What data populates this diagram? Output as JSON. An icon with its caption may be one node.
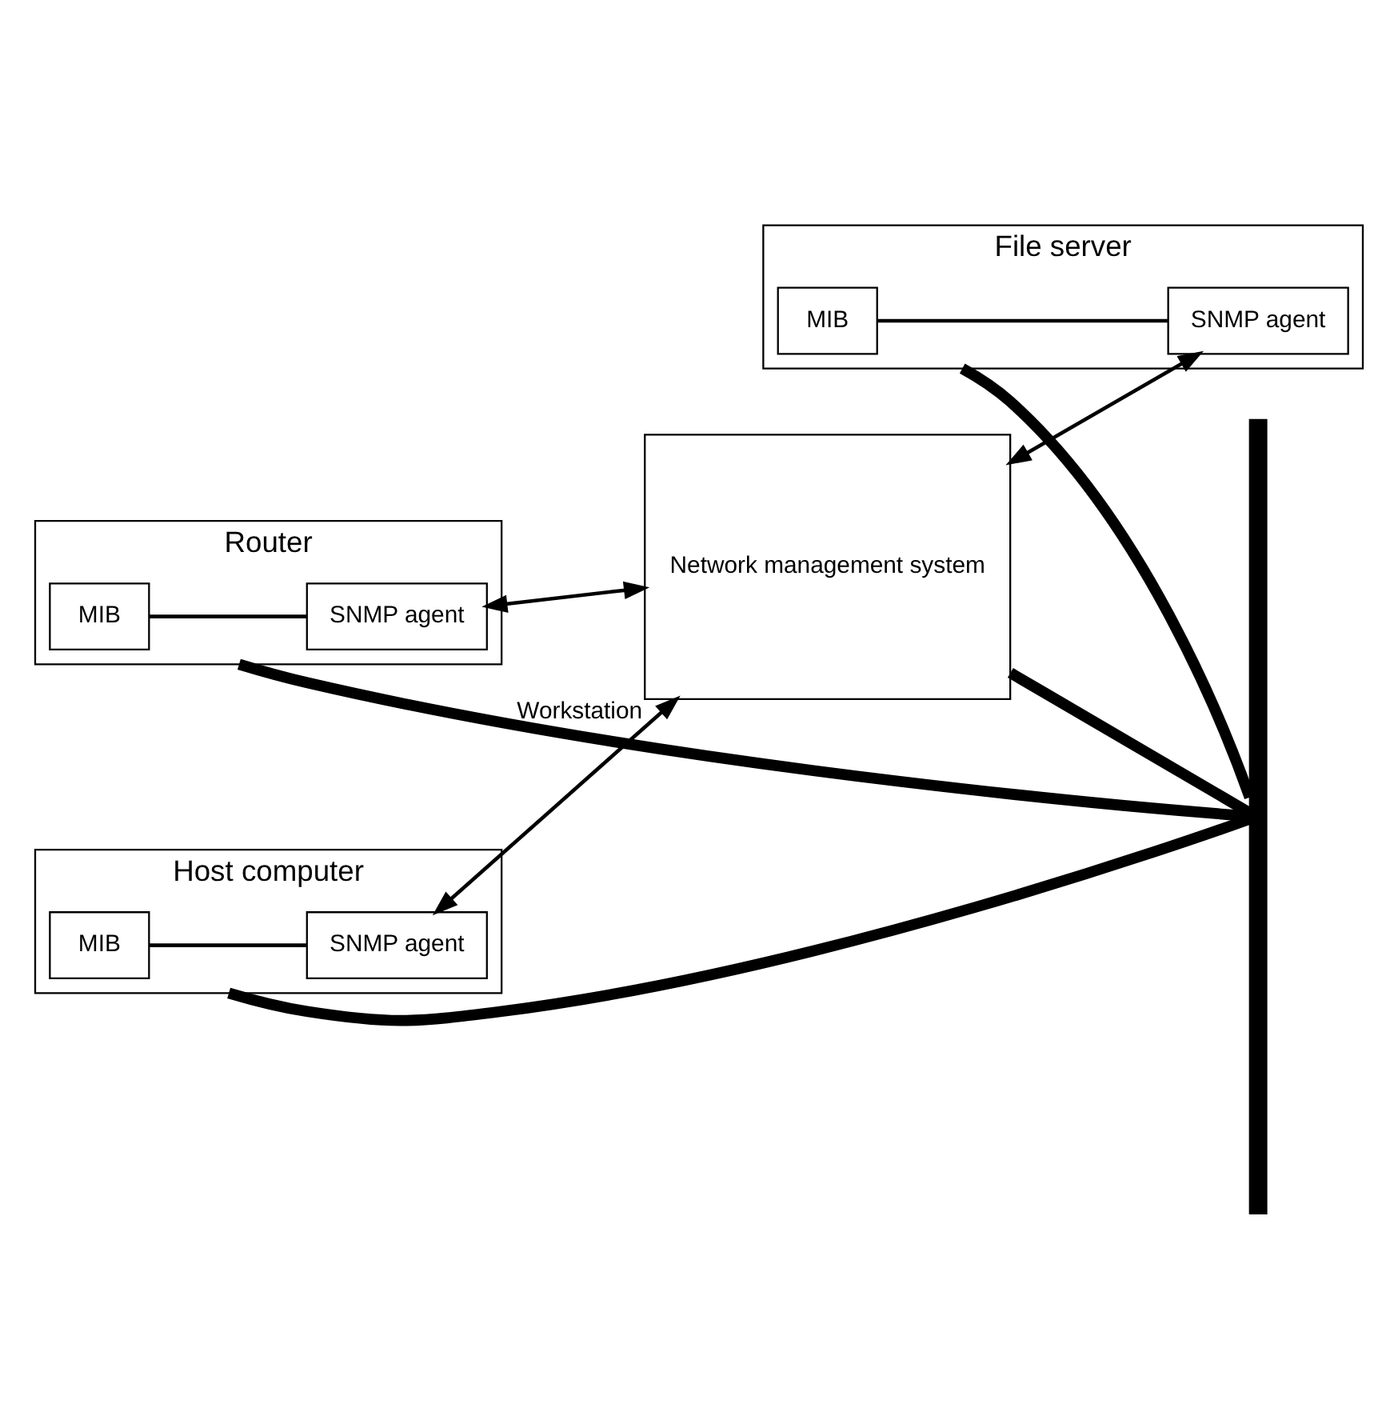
{
  "diagram": {
    "nodes": [
      {
        "text": [
          "Router"
        ]
      },
      {
        "text": [
          "MIB"
        ],
        "in": 0
      },
      {
        "text": [
          "SNMP agent"
        ],
        "in": 0
      },
      {
        "text": [
          "Host computer"
        ]
      },
      {
        "text": [
          "MIB"
        ],
        "in": 3
      },
      {
        "text": [
          "SNMP agent"
        ],
        "in": 3
      },
      {
        "text": [
          "File server"
        ]
      },
      {
        "text": [
          "MIB"
        ],
        "in": 6
      },
      {
        "text": [
          "SNMP agent"
        ],
        "in": 6
      },
      {
        "text": [],
        "shape": "bar"
      },
      {
        "text": [
          "Network management system"
        ],
        "beside": [
          "Workstation"
        ]
      }
    ],
    "edges": [
      {
        "from": 0,
        "to": 9,
        "arrow": "none",
        "style": "thick"
      },
      {
        "from": 3,
        "to": 9,
        "arrow": "none",
        "style": "thick"
      },
      {
        "from": 1,
        "to": 2,
        "arrow": "none"
      },
      {
        "from": 4,
        "to": 5,
        "arrow": "none"
      },
      {
        "from": 2,
        "to": 10,
        "arrow": "both"
      },
      {
        "from": 5,
        "to": 10,
        "arrow": "both"
      },
      {
        "from": 6,
        "to": 9,
        "arrow": "none",
        "style": "thick"
      },
      {
        "from": 10,
        "to": 8,
        "arrow": "both"
      },
      {
        "from": 7,
        "to": 8,
        "arrow": "none"
      },
      {
        "from": 10,
        "to": 9,
        "arrow": "none",
        "style": "thick"
      }
    ]
  }
}
